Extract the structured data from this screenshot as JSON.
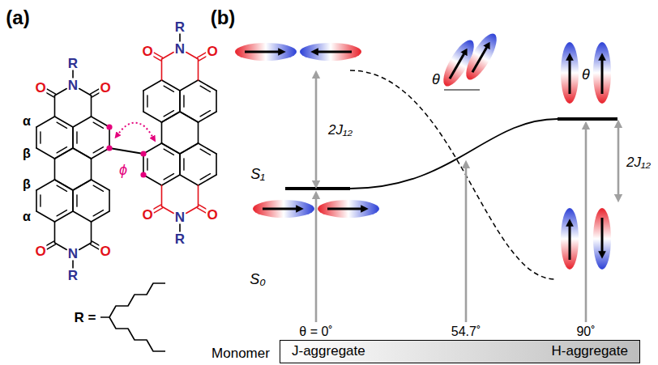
{
  "diagram": {
    "nodes": [
      {
        "text": [
          "J-aggregate",
          "H-aggregate"
        ]
      }
    ],
    "labels": [
      "(a)",
      "(b)",
      "R",
      "N",
      "O",
      "O",
      "O",
      "O",
      "N",
      "R",
      "R",
      "N",
      "O",
      "O",
      "O",
      "O",
      "N",
      "R",
      "α",
      "β",
      "β",
      "α",
      "ϕ",
      "R =",
      "S₁",
      "S₀",
      "2J₁₂",
      "2J₁₂",
      "θ",
      "θ",
      "θ = 0˚",
      "54.7˚",
      "90˚",
      "Monomer"
    ]
  }
}
